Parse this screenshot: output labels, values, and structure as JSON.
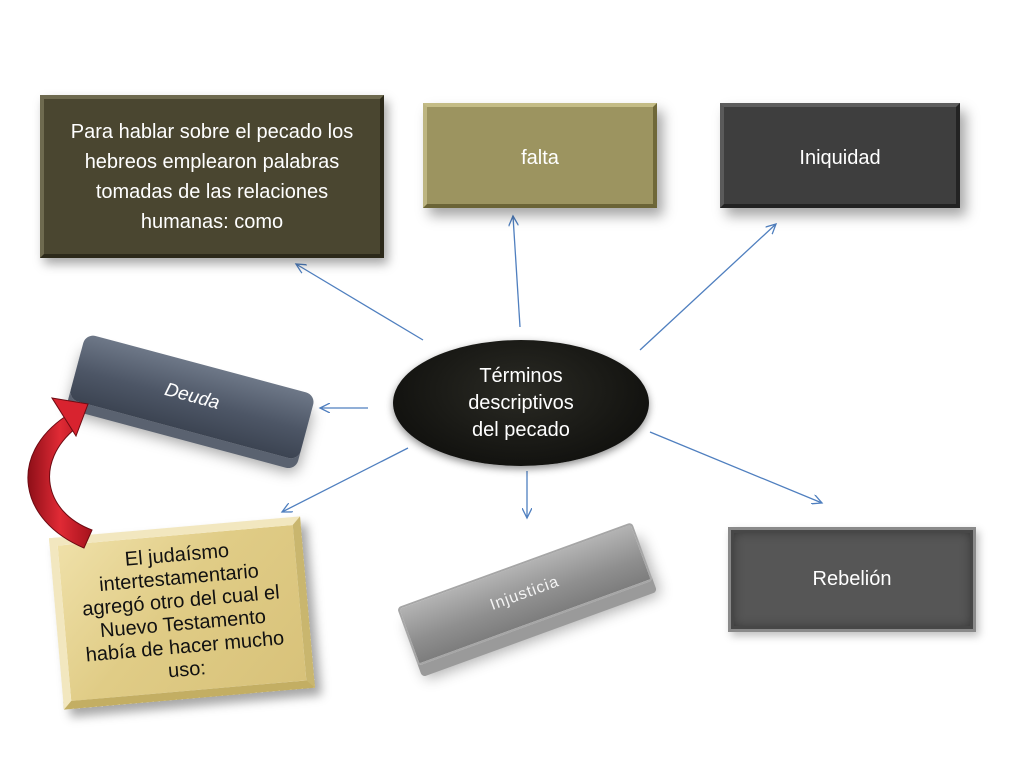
{
  "center": {
    "line1": "Términos",
    "line2": "descriptivos",
    "line3": "del pecado"
  },
  "boxes": {
    "intro": "Para hablar sobre el pecado los hebreos emplearon palabras tomadas de las relaciones humanas: como",
    "falta": "falta",
    "iniquidad": "Iniquidad",
    "deuda": "Deuda",
    "injusticia": "Injusticia",
    "rebelion": "Rebelión",
    "judaismo": "El judaísmo intertestamentario agregó otro del cual el Nuevo Testamento había de hacer mucho uso:"
  },
  "colors": {
    "arrow": "#4f7fbf",
    "curved_arrow": "#c81e2a"
  }
}
